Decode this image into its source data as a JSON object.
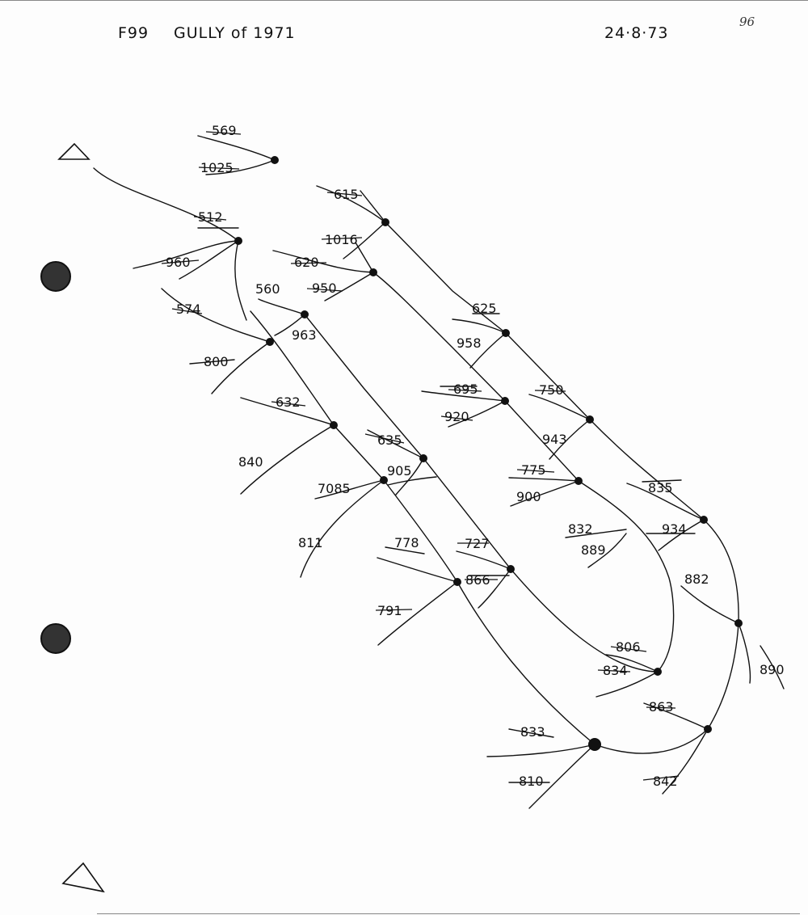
{
  "header": {
    "sheet_code": "F99",
    "title": "GULLY of 1971",
    "date": "24·8·73",
    "page_mark": "96"
  },
  "stations": [
    {
      "id": "s1",
      "label": "569",
      "strike": true
    },
    {
      "id": "s2",
      "label": "1025",
      "strike": true
    },
    {
      "id": "s3",
      "label": "512",
      "strike": true
    },
    {
      "id": "s4",
      "label": "960",
      "strike": true
    },
    {
      "id": "s5",
      "label": "574",
      "strike": true
    },
    {
      "id": "s6",
      "label": "560",
      "strike": false
    },
    {
      "id": "s7",
      "label": "963",
      "strike": false
    },
    {
      "id": "s8",
      "label": "800",
      "strike": true
    },
    {
      "id": "s9",
      "label": "615",
      "strike": true
    },
    {
      "id": "s10",
      "label": "1016",
      "strike": true
    },
    {
      "id": "s11",
      "label": "620",
      "strike": true
    },
    {
      "id": "s12",
      "label": "950",
      "strike": true
    },
    {
      "id": "s13",
      "label": "625",
      "strike": true
    },
    {
      "id": "s14",
      "label": "958",
      "strike": true
    },
    {
      "id": "s15",
      "label": "632",
      "strike": true
    },
    {
      "id": "s16",
      "label": "840",
      "strike": true
    },
    {
      "id": "s17",
      "label": "695",
      "strike": true
    },
    {
      "id": "s18",
      "label": "920",
      "strike": true
    },
    {
      "id": "s19",
      "label": "750",
      "strike": true
    },
    {
      "id": "s20",
      "label": "943",
      "strike": true
    },
    {
      "id": "s21",
      "label": "635",
      "strike": true
    },
    {
      "id": "s22",
      "label": "905",
      "strike": true
    },
    {
      "id": "s23",
      "label": "775",
      "strike": true
    },
    {
      "id": "s24",
      "label": "900",
      "strike": true
    },
    {
      "id": "s25",
      "label": "7085",
      "strike": true
    },
    {
      "id": "s26",
      "label": "811",
      "strike": true
    },
    {
      "id": "s27",
      "label": "835",
      "strike": true
    },
    {
      "id": "s28",
      "label": "832",
      "strike": true
    },
    {
      "id": "s29",
      "label": "889",
      "strike": true
    },
    {
      "id": "s30",
      "label": "934",
      "strike": true
    },
    {
      "id": "s31",
      "label": "778",
      "strike": true
    },
    {
      "id": "s32",
      "label": "727",
      "strike": true
    },
    {
      "id": "s33",
      "label": "866",
      "strike": true
    },
    {
      "id": "s34",
      "label": "882",
      "strike": true
    },
    {
      "id": "s35",
      "label": "791",
      "strike": true
    },
    {
      "id": "s36",
      "label": "806",
      "strike": true
    },
    {
      "id": "s37",
      "label": "834",
      "strike": true
    },
    {
      "id": "s38",
      "label": "890",
      "strike": true
    },
    {
      "id": "s39",
      "label": "863",
      "strike": true
    },
    {
      "id": "s40",
      "label": "833",
      "strike": true
    },
    {
      "id": "s41",
      "label": "810",
      "strike": true
    },
    {
      "id": "s42",
      "label": "842",
      "strike": true
    }
  ]
}
